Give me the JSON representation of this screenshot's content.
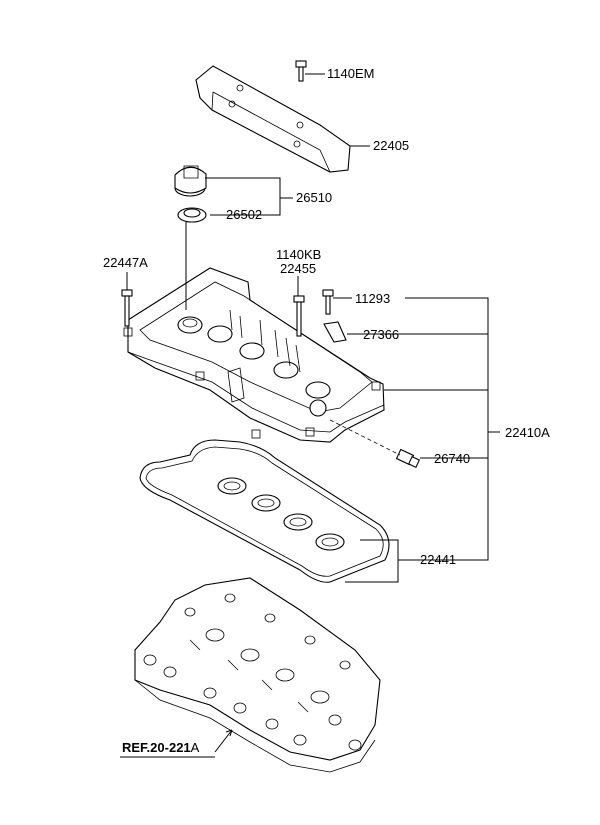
{
  "parts": {
    "p1140EM": "1140EM",
    "p22405": "22405",
    "p26510": "26510",
    "p26502": "26502",
    "p22447A": "22447A",
    "p1140KB": "1140KB",
    "p22455": "22455",
    "p11293": "11293",
    "p27366": "27366",
    "p22410A": "22410A",
    "p26740": "26740",
    "p22441": "22441"
  },
  "reference": {
    "prefix": "REF.20-221",
    "suffix": "A"
  }
}
